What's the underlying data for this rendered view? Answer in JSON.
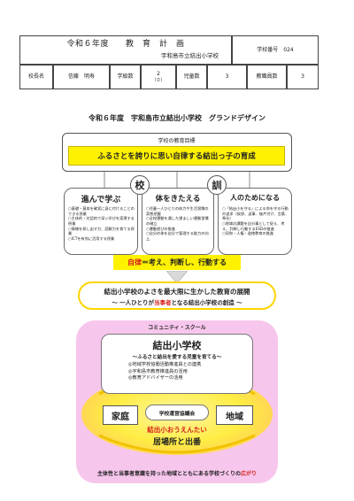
{
  "header": {
    "plan_title": "令和６年度　　教　育　計　画",
    "school_name": "宇和島市立結出小学校",
    "school_no_label": "学校番号　024",
    "principal_label": "校長名",
    "principal_name": "信藤　明寿",
    "classes_label": "学級数",
    "classes_value": "2",
    "classes_sub": "（０）",
    "students_label": "児童数",
    "students_value": "3",
    "staff_label": "教職員数",
    "staff_value": "3"
  },
  "design": {
    "title": "令和６年度　宇和島市立結出小学校　グランドデザイン",
    "goal_label": "学校の教育目標",
    "goal_text": "ふるさとを誇りに思い自律する結出っ子の育成",
    "kun_left": "校",
    "kun_right": "訓",
    "pillars": [
      {
        "heading": "進んで学ぶ",
        "items": [
          "○基礎・基本を確実に身に付けることのできる授業",
          "○主体的・対話的で深い学びを実現する授業",
          "○情報を探し出す力、読解力を育てる授業",
          "○ICTを有効に活用する授業"
        ]
      },
      {
        "heading": "体をきたえる",
        "items": [
          "○児童一人ひとりの体力や生活習慣の実態把握",
          "○全校運動を通した望ましい運動習慣の確立",
          "○運動遊びの推進",
          "○自分の体を自分で管理する能力の向上"
        ]
      },
      {
        "heading": "人のためになる",
        "items": [
          "○「結出小を守る」による命を守る行動の追求（挨拶、返事、後片付け、言葉、奉仕）",
          "○地域の課題を自分事として捉え、考え、判断し行動するESDの推進",
          "○同和・人権・道徳教育の推進"
        ]
      }
    ],
    "jiritsu_word": "自律",
    "jiritsu_rest": "＝考え、判断し、行動する",
    "banner_main": "結出小学校のよさを最大限に生かした教育の展開",
    "banner_sub_pre": "～ 一人ひとりが",
    "banner_sub_em": "当事者",
    "banner_sub_post": "となる結出小学校の創造 ～",
    "community_label": "コミュニティ・スクール",
    "center_title": "結出小学校",
    "center_sub": "～ふるさと結出を愛する児童を育てる～",
    "center_items": [
      "◎地域学校協働活動推進員との連携",
      "◎宇和島市教育推進員の活用",
      "◎教育アドバイザーの活用"
    ],
    "home_label": "家庭",
    "region_label": "地域",
    "council_label": "学校運営協議会",
    "ouen_label": "結出小おうえんたい",
    "ibasho_label": "居場所と出番",
    "footer_pre": "主体性と当事者意識を持った地域とともにある学校づくりの",
    "footer_em": "広がり"
  },
  "colors": {
    "accent_red": "#d6221e",
    "goal_yellow": "#fff200",
    "community_pink": "#f7c6ec",
    "ellipse_yellow": "#ffef3a",
    "pillar_border": "#6b6b6b",
    "banner_border": "#ffd400"
  }
}
